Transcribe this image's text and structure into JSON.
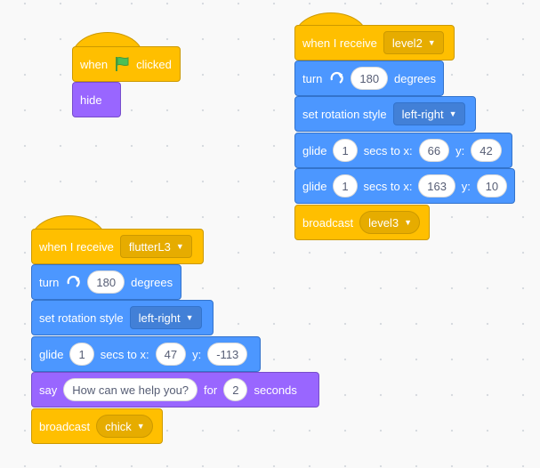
{
  "stack1": {
    "hat": {
      "when": "when",
      "flag_icon": "green-flag-icon",
      "clicked": "clicked"
    },
    "hide": "hide"
  },
  "stack2": {
    "hat": {
      "label": "when I receive",
      "message": "level2"
    },
    "turn": {
      "label": "turn",
      "icon": "rotate-right-icon",
      "value": "180",
      "suffix": "degrees"
    },
    "rotation": {
      "label": "set rotation style",
      "value": "left-right"
    },
    "glide1": {
      "label": "glide",
      "secs": "1",
      "to_x": "secs to x:",
      "x": "66",
      "y_label": "y:",
      "y": "42"
    },
    "glide2": {
      "label": "glide",
      "secs": "1",
      "to_x": "secs to x:",
      "x": "163",
      "y_label": "y:",
      "y": "10"
    },
    "broadcast": {
      "label": "broadcast",
      "message": "level3"
    }
  },
  "stack3": {
    "hat": {
      "label": "when I receive",
      "message": "flutterL3"
    },
    "turn": {
      "label": "turn",
      "icon": "rotate-right-icon",
      "value": "180",
      "suffix": "degrees"
    },
    "rotation": {
      "label": "set rotation style",
      "value": "left-right"
    },
    "glide": {
      "label": "glide",
      "secs": "1",
      "to_x": "secs to x:",
      "x": "47",
      "y_label": "y:",
      "y": "-113"
    },
    "say": {
      "label": "say",
      "text": "How can we help you?",
      "for": "for",
      "secs": "2",
      "suffix": "seconds"
    },
    "broadcast": {
      "label": "broadcast",
      "message": "chick"
    }
  },
  "colors": {
    "events": "#ffbf00",
    "looks": "#9966ff",
    "motion": "#4c97ff",
    "background": "#f9f9f9"
  }
}
